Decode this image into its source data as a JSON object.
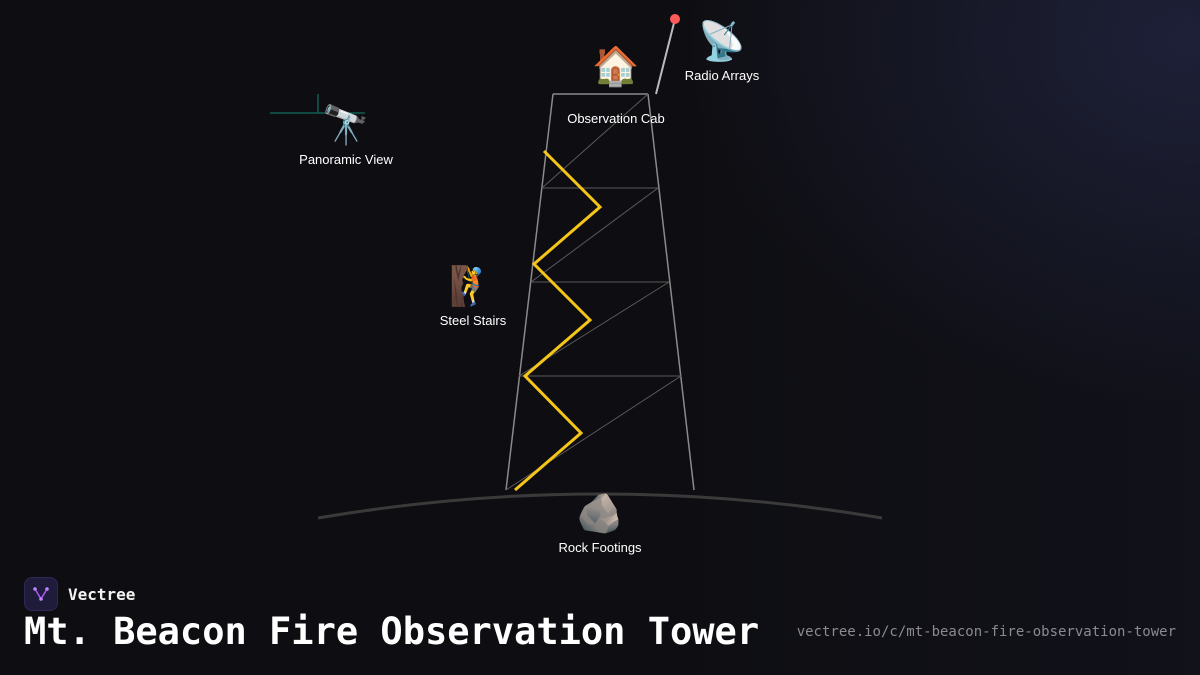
{
  "nodes": {
    "radio": {
      "icon": "satellite-dish-icon",
      "emoji": "📡",
      "label": "Radio Arrays"
    },
    "cab": {
      "icon": "house-icon",
      "emoji": "🏠",
      "label": "Observation Cab"
    },
    "view": {
      "icon": "telescope-icon",
      "emoji": "🔭",
      "label": "Panoramic View"
    },
    "stairs": {
      "icon": "climber-icon",
      "emoji": "🧗",
      "label": "Steel Stairs"
    },
    "footings": {
      "icon": "rock-icon",
      "emoji": "🪨",
      "label": "Rock Footings"
    }
  },
  "colors": {
    "background": "#0e0e12",
    "stairs": "#f5c518",
    "structure": "#8a8a8a",
    "antenna_tip": "#ff5a5a",
    "view_line": "#0f5e52",
    "ground": "#3a3a3a"
  },
  "footer": {
    "brand": "Vectree",
    "title": "Mt. Beacon Fire Observation Tower",
    "url": "vectree.io/c/mt-beacon-fire-observation-tower"
  }
}
